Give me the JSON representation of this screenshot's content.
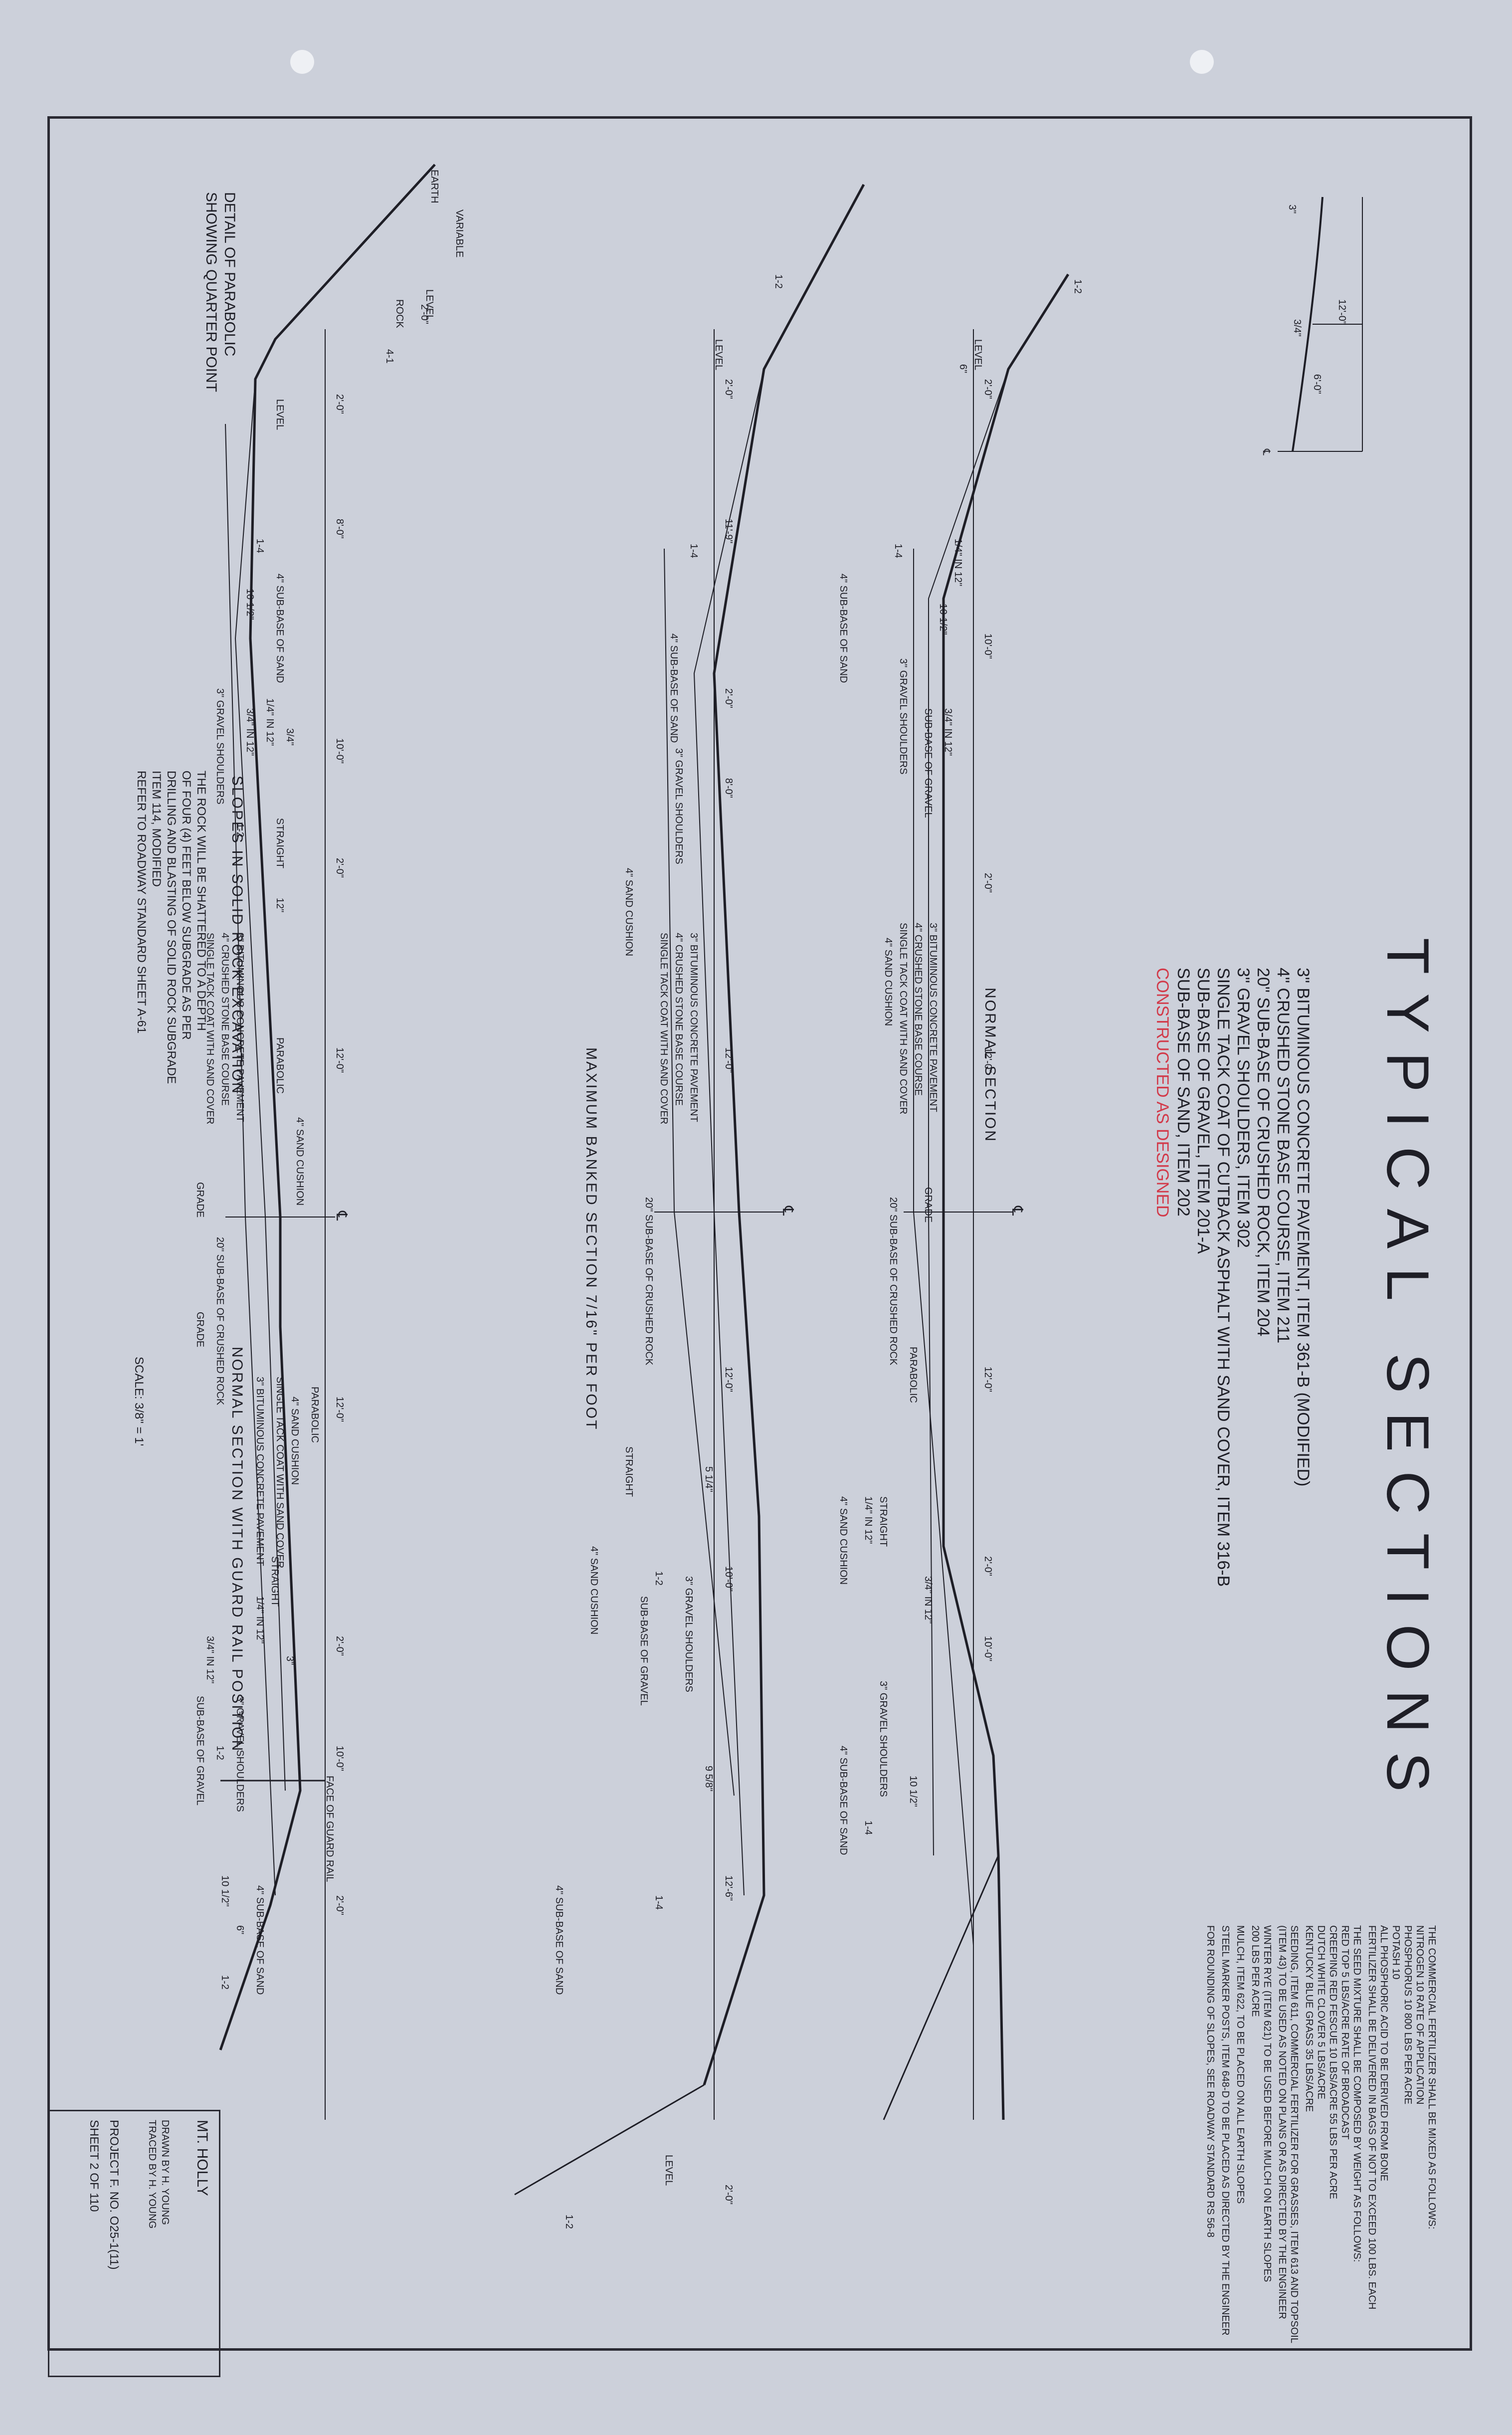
{
  "drawing": {
    "title": "TYPICAL SECTIONS",
    "spec_lines": [
      "3\" BITUMINOUS CONCRETE PAVEMENT, ITEM 361-B (MODIFIED)",
      "4\" CRUSHED STONE BASE COURSE, ITEM 211",
      "20\" SUB-BASE OF CRUSHED ROCK, ITEM 204",
      "3\" GRAVEL SHOULDERS, ITEM 302",
      "SINGLE TACK COAT OF CUTBACK ASPHALT WITH SAND COVER, ITEM 316-B",
      "SUB-BASE OF GRAVEL, ITEM 201-A",
      "SUB-BASE OF SAND, ITEM 202"
    ],
    "stamp": "CONSTRUCTED AS DESIGNED",
    "sections": {
      "normal": "NORMAL SECTION",
      "banked": "MAXIMUM BANKED SECTION 7/16\" PER FOOT",
      "rock": "SLOPES IN SOLID ROCK EXCAVATION",
      "guard": "NORMAL SECTION WITH GUARD RAIL POSITION",
      "parabolic_detail_1": "DETAIL OF PARABOLIC",
      "parabolic_detail_2": "SHOWING QUARTER POINT"
    },
    "labels": {
      "bit": "3\" BITUMINOUS CONCRETE PAVEMENT",
      "crushed": "4\" CRUSHED STONE BASE COURSE",
      "tack": "SINGLE TACK COAT WITH SAND COVER",
      "gravel_sh": "3\" GRAVEL SHOULDERS",
      "sub_sand": "4\" SUB-BASE OF SAND",
      "sand_cushion": "4\" SAND CUSHION",
      "sub_gravel": "SUB-BASE OF GRAVEL",
      "sub_rock": "20\" SUB-BASE OF CRUSHED ROCK",
      "parabolic": "PARABOLIC",
      "straight": "STRAIGHT",
      "in12": "1/4\" IN 12\"",
      "in12b": "3/4\" IN 12\"",
      "grade": "GRADE",
      "level": "LEVEL",
      "slope12": "1-2",
      "slope14": "1-4",
      "earth": "EARTH",
      "variable": "VARIABLE",
      "rock": "ROCK",
      "rock41": "4-1",
      "face_guard": "FACE OF GUARD RAIL",
      "d200": "2'-0\"",
      "d1000": "10'-0\"",
      "d1200": "12'-0\"",
      "d1100": "11'-9\"",
      "d800": "8'-0\"",
      "d1206": "12'-6\"",
      "d600": "6'-0\"",
      "d10half": "10 1/2\"",
      "d6": "6\"",
      "d12": "12\"",
      "d34": "3/4\"",
      "d3": "3\"",
      "d54": "5 1/4\"",
      "d958": "9 5/8\"",
      "cl": "℄"
    },
    "rock_note": [
      "THE ROCK WILL BE SHATTERED TO A DEPTH",
      "OF FOUR (4) FEET BELOW SUBGRADE AS PER",
      "DRILLING AND BLASTING OF SOLID ROCK SUBGRADE",
      "ITEM 114, MODIFIED",
      "REFER TO ROADWAY STANDARD SHEET A-61"
    ],
    "scale": "SCALE: 3/8\" = 1'",
    "notes": [
      "THE COMMERCIAL FERTILIZER SHALL BE MIXED AS FOLLOWS:",
      "NITROGEN 10    RATE OF APPLICATION",
      "PHOSPHORUS 10    800 LBS PER ACRE",
      "POTASH 10",
      "ALL PHOSPHORIC ACID TO BE DERIVED FROM BONE",
      "FERTILIZER SHALL BE DELIVERED IN BAGS OF NOT TO EXCEED 100 LBS. EACH",
      "THE SEED MIXTURE SHALL BE COMPOSED BY WEIGHT AS FOLLOWS:",
      "RED TOP 5 LBS/ACRE    RATE OF BROADCAST",
      "CREEPING RED FESCUE 10 LBS/ACRE    55 LBS PER ACRE",
      "DUTCH WHITE CLOVER 5 LBS/ACRE",
      "KENTUCKY BLUE GRASS 35 LBS/ACRE",
      "SEEDING, ITEM 611, COMMERCIAL FERTILIZER FOR GRASSES, ITEM 613 AND TOPSOIL",
      "(ITEM 43) TO BE USED AS NOTED ON PLANS OR AS DIRECTED BY THE ENGINEER",
      "WINTER RYE (ITEM 621) TO BE USED BEFORE MULCH ON EARTH SLOPES",
      "200 LBS PER ACRE",
      "MULCH, ITEM 622, TO BE PLACED ON ALL EARTH SLOPES",
      "STEEL MARKER POSTS, ITEM 648-D TO BE PLACED AS DIRECTED BY THE ENGINEER",
      "FOR ROUNDING OF SLOPES, SEE ROADWAY STANDARD RS 56-8"
    ],
    "title_block": {
      "town": "MT. HOLLY",
      "drawn": "DRAWN BY H. YOUNG",
      "traced": "TRACED BY H. YOUNG",
      "project": "PROJECT    F. NO. O25-1(11)",
      "sheet": "SHEET 2 OF 110"
    }
  }
}
